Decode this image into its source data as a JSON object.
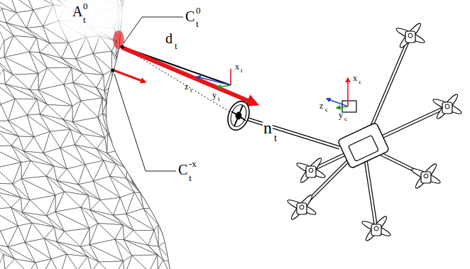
{
  "diagram": {
    "labels": [
      "A",
      "t",
      "0",
      "C",
      "t",
      "0",
      "d",
      "t",
      "x",
      "t",
      "z",
      "t",
      "y",
      "t",
      "z",
      "c",
      "y",
      "c",
      "x",
      "c",
      "n",
      "t",
      "C",
      "t",
      "-x"
    ]
  }
}
